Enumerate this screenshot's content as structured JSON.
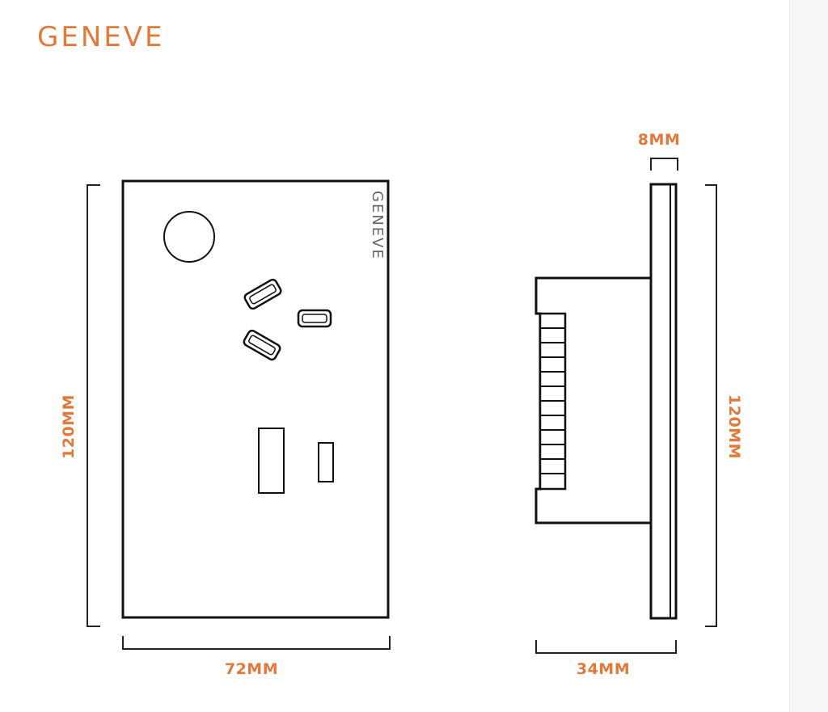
{
  "brand": {
    "logo": "GENEVE",
    "plate_logo": "GENEVE"
  },
  "colors": {
    "accent": "#e07a3c",
    "outline": "#111111",
    "background": "#ffffff"
  },
  "dimensions": {
    "front_width": "72MM",
    "front_height": "120MM",
    "side_depth": "34MM",
    "side_plate_thickness": "8MM",
    "side_height": "120MM"
  }
}
